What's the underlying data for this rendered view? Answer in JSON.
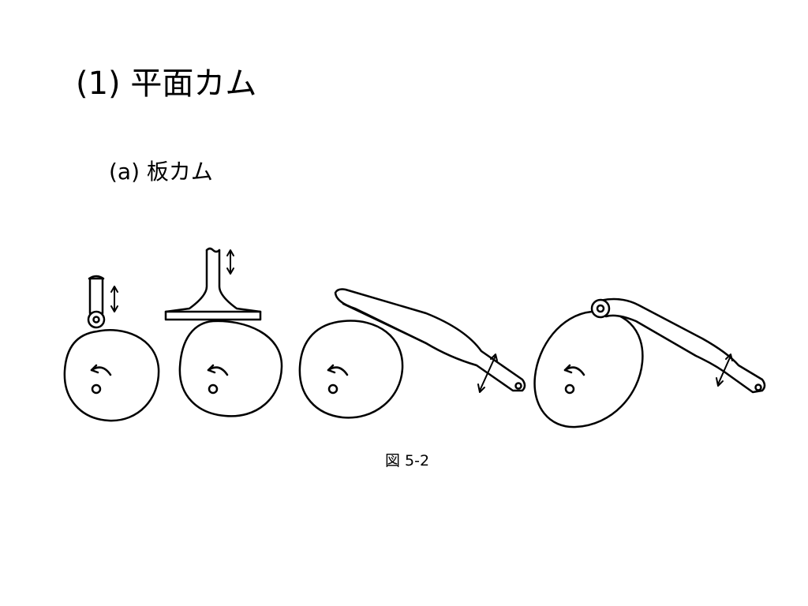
{
  "slide": {
    "title": "(1) 平面カム",
    "subtitle": "(a) 板カム",
    "caption": "図 5-2"
  },
  "figure": {
    "panels": [
      {
        "follower": "roller-follower"
      },
      {
        "follower": "flat-face-follower"
      },
      {
        "follower": "oscillating-flat-arm"
      },
      {
        "follower": "oscillating-roller-arm"
      }
    ]
  }
}
